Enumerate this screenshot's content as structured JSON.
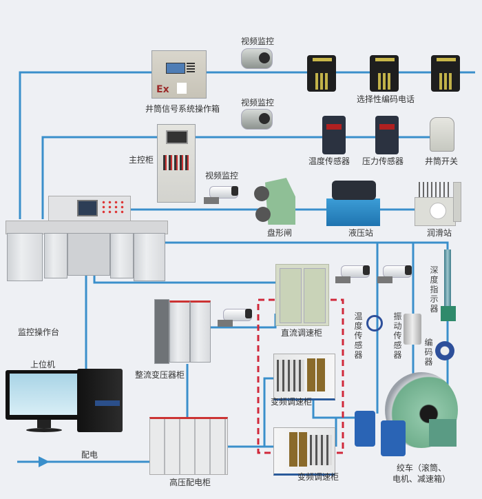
{
  "diagram": {
    "title_hidden": "",
    "colors": {
      "wire": "#3a8fcb",
      "dashed_box": "#d0283a",
      "background": "#eef0f4",
      "label": "#333333"
    },
    "labels": {
      "shaft_signal_box": "井筒信号系统操作箱",
      "video_monitor_1": "视频监控",
      "video_monitor_2": "视频监控",
      "video_monitor_3": "视频监控",
      "selective_phone": "选择性编码电话",
      "main_control_cabinet": "主控柜",
      "temperature_sensor_top": "温度传感器",
      "pressure_sensor": "压力传感器",
      "shaft_switch": "井筒开关",
      "disc_brake": "盘形闸",
      "hydraulic_station": "液压站",
      "lubrication_station": "润滑站",
      "monitoring_console": "监控操作台",
      "host_computer": "上位机",
      "rectifier_transformer_cabinet": "整流变压器柜",
      "dc_speed_cabinet": "直流调速柜",
      "vf_speed_cabinet_1": "变频调速柜",
      "vf_speed_cabinet_2": "变频调速柜",
      "temperature_sensor_vertical": "温度传感器",
      "vibration_sensor": "振动传感器",
      "depth_indicator": "深度指示器",
      "encoder": "编码器",
      "winch_line1": "绞车（滚筒、",
      "winch_line2": "电机、减速箱）",
      "power_distribution": "配电",
      "hv_distribution_cabinet": "高压配电柜",
      "ex_mark": "Ex"
    }
  }
}
